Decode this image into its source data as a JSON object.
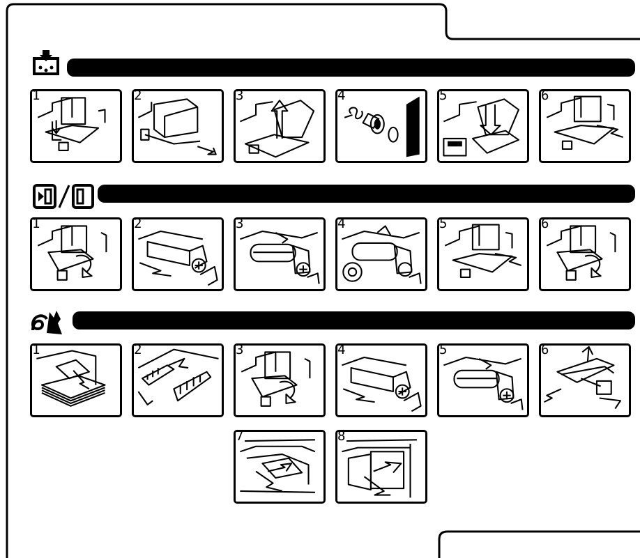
{
  "sections": [
    {
      "id": "toner",
      "icon": "toner-replace-icon",
      "steps": [
        {
          "n": "1",
          "art": "unit-push"
        },
        {
          "n": "2",
          "art": "unit-pull-out"
        },
        {
          "n": "3",
          "art": "lift-box"
        },
        {
          "n": "4",
          "art": "spring-roller"
        },
        {
          "n": "5",
          "art": "insert-box"
        },
        {
          "n": "6",
          "art": "unit-push-back"
        }
      ]
    },
    {
      "id": "drum",
      "icon": "drum-replace-icon",
      "steps": [
        {
          "n": "1",
          "art": "lever-turn"
        },
        {
          "n": "2",
          "art": "drum-pull-hand"
        },
        {
          "n": "3",
          "art": "drum-remove"
        },
        {
          "n": "4",
          "art": "drum-insert"
        },
        {
          "n": "5",
          "art": "unit-push-back"
        },
        {
          "n": "6",
          "art": "lever-turn"
        }
      ]
    },
    {
      "id": "misfeed",
      "icon": "paper-misfeed-icon",
      "steps": [
        {
          "n": "1",
          "art": "paper-stack"
        },
        {
          "n": "2",
          "art": "guide-open"
        },
        {
          "n": "3",
          "art": "lever-turn"
        },
        {
          "n": "4",
          "art": "drum-pull-hand"
        },
        {
          "n": "5",
          "art": "drum-remove"
        },
        {
          "n": "6",
          "art": "paper-remove"
        },
        {
          "n": "7",
          "art": "inner-paper"
        },
        {
          "n": "8",
          "art": "inner-cover"
        }
      ]
    }
  ]
}
